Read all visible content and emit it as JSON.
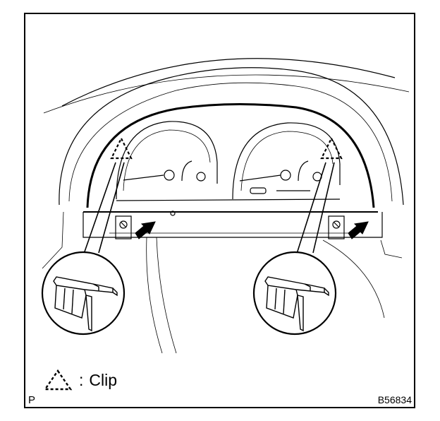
{
  "legend": {
    "symbol_icon": "dashed-triangle-icon",
    "separator": ":",
    "label": "Clip"
  },
  "footer": {
    "corner_letter": "P",
    "figure_code": "B56834"
  }
}
